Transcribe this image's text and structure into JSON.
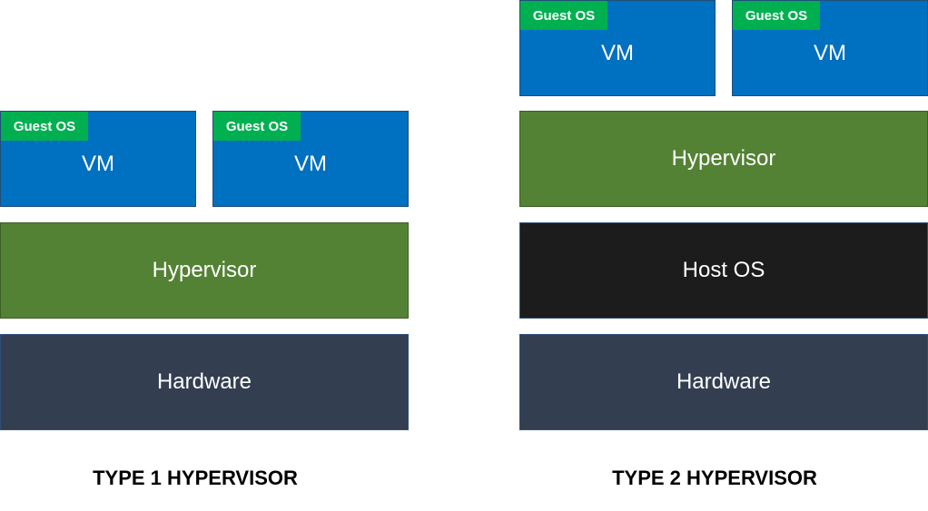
{
  "type1": {
    "vms": [
      {
        "guest_os": "Guest OS",
        "label": "VM"
      },
      {
        "guest_os": "Guest OS",
        "label": "VM"
      }
    ],
    "hypervisor": "Hypervisor",
    "hardware": "Hardware",
    "caption": "TYPE 1 HYPERVISOR"
  },
  "type2": {
    "vms": [
      {
        "guest_os": "Guest OS",
        "label": "VM"
      },
      {
        "guest_os": "Guest OS",
        "label": "VM"
      }
    ],
    "hypervisor": "Hypervisor",
    "host_os": "Host OS",
    "hardware": "Hardware",
    "caption": "TYPE 2 HYPERVISOR"
  },
  "colors": {
    "vm": "#0070c0",
    "guest_os": "#00b050",
    "hypervisor": "#548235",
    "host_os": "#1c1c1c",
    "hardware": "#333f50"
  }
}
